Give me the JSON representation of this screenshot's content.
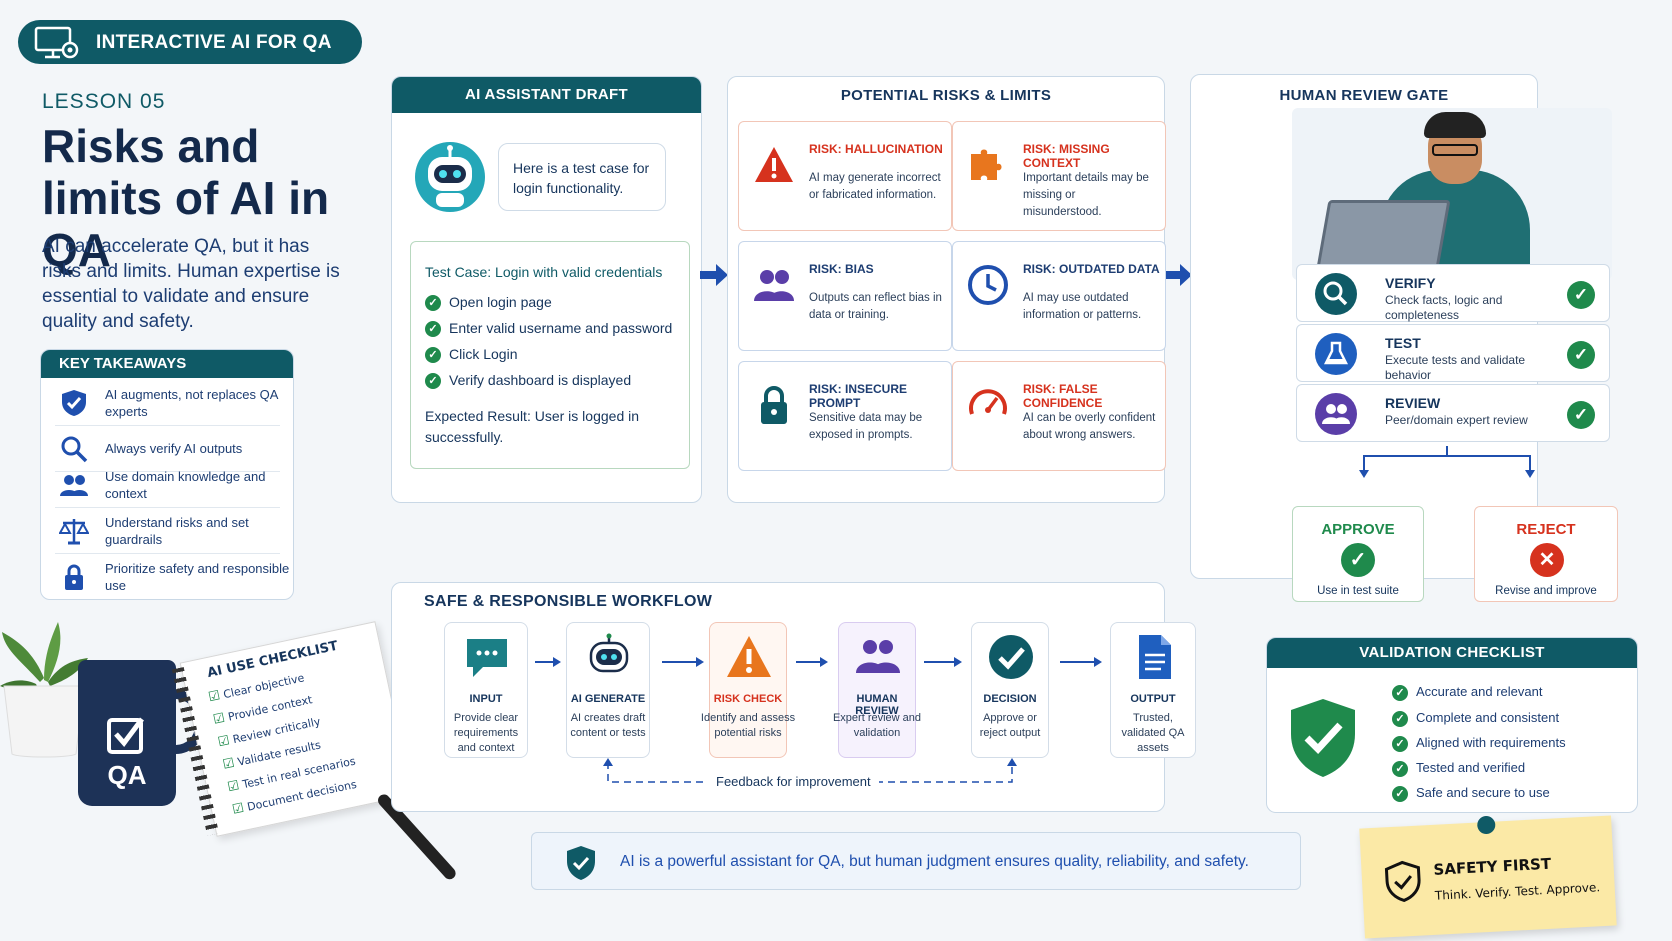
{
  "header": {
    "badge": "INTERACTIVE AI FOR QA",
    "lesson": "LESSON 05",
    "title": "Risks and limits of AI in QA",
    "intro": "AI can accelerate QA, but it has risks and limits. Human expertise is essential to validate and ensure quality and safety."
  },
  "takeaways": {
    "title": "KEY TAKEAWAYS",
    "items": [
      {
        "icon": "shield-check-icon",
        "label": "AI augments, not replaces QA experts"
      },
      {
        "icon": "magnifier-icon",
        "label": "Always verify AI outputs"
      },
      {
        "icon": "people-icon",
        "label": "Use domain knowledge and context"
      },
      {
        "icon": "scales-icon",
        "label": "Understand risks and set guardrails"
      },
      {
        "icon": "lock-icon",
        "label": "Prioritize safety and responsible use"
      }
    ]
  },
  "checklist": {
    "title": "AI USE CHECKLIST",
    "items": [
      "Clear objective",
      "Provide context",
      "Review critically",
      "Validate results",
      "Test in real scenarios",
      "Document decisions"
    ],
    "mug_label": "QA"
  },
  "draft": {
    "title": "AI ASSISTANT DRAFT",
    "bubble": "Here is a test case for login functionality.",
    "test_case_label": "Test Case:",
    "test_case_name": "Login with valid credentials",
    "steps": [
      "Open login page",
      "Enter valid username and password",
      "Click Login",
      "Verify dashboard is displayed"
    ],
    "expected_label": "Expected Result:",
    "expected_value": "User is logged in successfully."
  },
  "risks": {
    "title": "POTENTIAL RISKS & LIMITS",
    "items": [
      {
        "icon": "warning-icon",
        "title": "RISK: HALLUCINATION",
        "desc": "AI may generate incorrect or fabricated information."
      },
      {
        "icon": "puzzle-icon",
        "title": "RISK: MISSING CONTEXT",
        "desc": "Important details may be missing or misunderstood."
      },
      {
        "icon": "people-icon",
        "title": "RISK: BIAS",
        "desc": "Outputs can reflect bias in data or training."
      },
      {
        "icon": "clock-icon",
        "title": "RISK: OUTDATED DATA",
        "desc": "AI may use outdated information or patterns."
      },
      {
        "icon": "lock-icon",
        "title": "RISK: INSECURE PROMPT",
        "desc": "Sensitive data may be exposed in prompts."
      },
      {
        "icon": "gauge-icon",
        "title": "RISK: FALSE CONFIDENCE",
        "desc": "AI can be overly confident about wrong answers."
      }
    ]
  },
  "gate": {
    "title": "HUMAN REVIEW GATE",
    "rows": [
      {
        "icon": "magnifier-icon",
        "title": "VERIFY",
        "desc": "Check facts, logic and completeness",
        "color": "#0f5a66"
      },
      {
        "icon": "flask-icon",
        "title": "TEST",
        "desc": "Execute tests and validate behavior",
        "color": "#1f5fbf"
      },
      {
        "icon": "people-icon",
        "title": "REVIEW",
        "desc": "Peer/domain expert review",
        "color": "#5a3ea8"
      }
    ],
    "approve": {
      "title": "APPROVE",
      "desc": "Use in test suite"
    },
    "reject": {
      "title": "REJECT",
      "desc": "Revise and improve"
    }
  },
  "workflow": {
    "title": "SAFE & RESPONSIBLE WORKFLOW",
    "steps": [
      {
        "icon": "chat-icon",
        "title": "INPUT",
        "desc": "Provide clear requirements and context"
      },
      {
        "icon": "robot-icon",
        "title": "AI GENERATE",
        "desc": "AI creates draft content or tests"
      },
      {
        "icon": "warning-icon",
        "title": "RISK CHECK",
        "desc": "Identify and assess potential risks"
      },
      {
        "icon": "people-icon",
        "title": "HUMAN REVIEW",
        "desc": "Expert review and validation"
      },
      {
        "icon": "check-circle-icon",
        "title": "DECISION",
        "desc": "Approve or reject output"
      },
      {
        "icon": "document-icon",
        "title": "OUTPUT",
        "desc": "Trusted, validated QA assets"
      }
    ],
    "feedback": "Feedback for improvement"
  },
  "validation": {
    "title": "VALIDATION CHECKLIST",
    "items": [
      "Accurate and relevant",
      "Complete and consistent",
      "Aligned with requirements",
      "Tested and verified",
      "Safe and secure to use"
    ]
  },
  "footer": {
    "message": "AI is a powerful assistant for QA, but human judgment ensures quality, reliability, and safety.",
    "note_title": "SAFETY FIRST",
    "note_sub": "Think. Verify. Test. Approve."
  },
  "colors": {
    "teal": "#0f5a66",
    "navy": "#16355c",
    "red": "#d6321e",
    "green": "#1f8a4c",
    "purple": "#5a3ea8"
  }
}
